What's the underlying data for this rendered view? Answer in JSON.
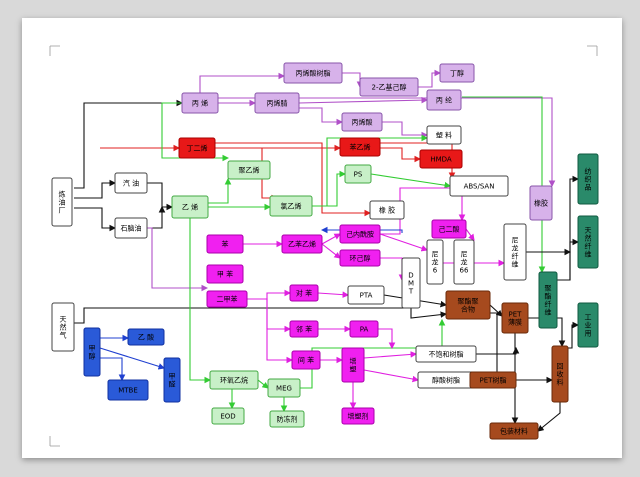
{
  "colors": {
    "black": "#111111",
    "red": "#e02020",
    "green": "#33cc33",
    "purple": "#b050c8",
    "blue": "#2040d0",
    "magenta": "#e020e0"
  },
  "nodes": [
    {
      "id": "yuanyou",
      "label": "炼\n油\n厂",
      "fill": "#ffffff",
      "stroke": "#444444",
      "text": "#000000"
    },
    {
      "id": "tianranqi",
      "label": "天\n然\n气",
      "fill": "#ffffff",
      "stroke": "#444444",
      "text": "#000000"
    },
    {
      "id": "qiyou",
      "label": "汽 油",
      "fill": "#ffffff",
      "stroke": "#444444",
      "text": "#000000"
    },
    {
      "id": "shinaoyou",
      "label": "石脑油",
      "fill": "#ffffff",
      "stroke": "#444444",
      "text": "#000000"
    },
    {
      "id": "yixi",
      "label": "乙 烯",
      "fill": "#c8f0c8",
      "stroke": "#44aa44",
      "text": "#000000"
    },
    {
      "id": "bingxi",
      "label": "丙 烯",
      "fill": "#d7b2ea",
      "stroke": "#8855aa",
      "text": "#000000"
    },
    {
      "id": "bingxijing",
      "label": "丙烯腈",
      "fill": "#d7b2ea",
      "stroke": "#8855aa",
      "text": "#000000"
    },
    {
      "id": "liqing",
      "label": "丙烯酸树脂",
      "fill": "#d7b2ea",
      "stroke": "#8855aa",
      "text": "#000000"
    },
    {
      "id": "sanjia",
      "label": "2-乙基己醇",
      "fill": "#d7b2ea",
      "stroke": "#8855aa",
      "text": "#000000"
    },
    {
      "id": "dingchun",
      "label": "丁醇",
      "fill": "#d7b2ea",
      "stroke": "#8855aa",
      "text": "#000000"
    },
    {
      "id": "bingtong",
      "label": "丙 纶",
      "fill": "#d7b2ea",
      "stroke": "#8855aa",
      "text": "#000000"
    },
    {
      "id": "bingxisuan",
      "label": "丙烯酸",
      "fill": "#d7b2ea",
      "stroke": "#8855aa",
      "text": "#000000"
    },
    {
      "id": "suliao",
      "label": "塑 料",
      "fill": "#ffffff",
      "stroke": "#444444",
      "text": "#000000"
    },
    {
      "id": "dingerxi",
      "label": "丁二烯",
      "fill": "#e81818",
      "stroke": "#aa0000",
      "text": "#000000"
    },
    {
      "id": "benyixi",
      "label": "苯乙烯",
      "fill": "#e81818",
      "stroke": "#aa0000",
      "text": "#000000"
    },
    {
      "id": "hmda",
      "label": "HMDA",
      "fill": "#e81818",
      "stroke": "#aa0000",
      "text": "#000000"
    },
    {
      "id": "julvyixi",
      "label": "聚乙烯",
      "fill": "#c8f0c8",
      "stroke": "#44aa44",
      "text": "#000000"
    },
    {
      "id": "ps",
      "label": "PS",
      "fill": "#c8f0c8",
      "stroke": "#44aa44",
      "text": "#000000"
    },
    {
      "id": "abs",
      "label": "ABS/SAN",
      "fill": "#ffffff",
      "stroke": "#444444",
      "text": "#000000"
    },
    {
      "id": "xiangjiao",
      "label": "橡胶",
      "fill": "#d7b2ea",
      "stroke": "#8855aa",
      "text": "#000000"
    },
    {
      "id": "lvyixi",
      "label": "氯乙烯",
      "fill": "#c8f0c8",
      "stroke": "#44aa44",
      "text": "#000000"
    },
    {
      "id": "xiangjiao2",
      "label": "橡 胶",
      "fill": "#ffffff",
      "stroke": "#444444",
      "text": "#000000"
    },
    {
      "id": "ben",
      "label": "苯",
      "fill": "#f020f0",
      "stroke": "#aa00aa",
      "text": "#000000"
    },
    {
      "id": "jiaben",
      "label": "甲 苯",
      "fill": "#f020f0",
      "stroke": "#aa00aa",
      "text": "#000000"
    },
    {
      "id": "erjiaben",
      "label": "二甲苯",
      "fill": "#f020f0",
      "stroke": "#aa00aa",
      "text": "#000000"
    },
    {
      "id": "yibenxi",
      "label": "乙苯乙烯",
      "fill": "#f020f0",
      "stroke": "#aa00aa",
      "text": "#000000"
    },
    {
      "id": "jizhi",
      "label": "己内酰胺",
      "fill": "#f020f0",
      "stroke": "#aa00aa",
      "text": "#000000"
    },
    {
      "id": "jierji",
      "label": "环己醇",
      "fill": "#f020f0",
      "stroke": "#aa00aa",
      "text": "#000000"
    },
    {
      "id": "jiersuan",
      "label": "己二酸",
      "fill": "#f020f0",
      "stroke": "#aa00aa",
      "text": "#000000"
    },
    {
      "id": "dmt",
      "label": "D\nM\nT",
      "fill": "#ffffff",
      "stroke": "#444444",
      "text": "#000000"
    },
    {
      "id": "nilong6",
      "label": "尼\n龙\n6",
      "fill": "#ffffff",
      "stroke": "#444444",
      "text": "#000000"
    },
    {
      "id": "nilong66",
      "label": "尼\n龙\n66",
      "fill": "#ffffff",
      "stroke": "#444444",
      "text": "#000000"
    },
    {
      "id": "nilongxianwei",
      "label": "尼\n龙\n纤\n维",
      "fill": "#ffffff",
      "stroke": "#444444",
      "text": "#000000"
    },
    {
      "id": "duijia",
      "label": "对 苯",
      "fill": "#f020f0",
      "stroke": "#aa00aa",
      "text": "#000000"
    },
    {
      "id": "pta",
      "label": "PTA",
      "fill": "#ffffff",
      "stroke": "#444444",
      "text": "#000000"
    },
    {
      "id": "jiaji",
      "label": "邻 苯",
      "fill": "#f020f0",
      "stroke": "#aa00aa",
      "text": "#000000"
    },
    {
      "id": "pa",
      "label": "PA",
      "fill": "#f020f0",
      "stroke": "#aa00aa",
      "text": "#000000"
    },
    {
      "id": "jianjiaben",
      "label": "间 苯",
      "fill": "#f020f0",
      "stroke": "#aa00aa",
      "text": "#000000"
    },
    {
      "id": "xiyou",
      "label": "增\n塑",
      "fill": "#f020f0",
      "stroke": "#aa00aa",
      "text": "#000000"
    },
    {
      "id": "bubaohe",
      "label": "不饱和树脂",
      "fill": "#ffffff",
      "stroke": "#444444",
      "text": "#000000"
    },
    {
      "id": "chunsuan",
      "label": "醇酸树脂",
      "fill": "#ffffff",
      "stroke": "#444444",
      "text": "#000000"
    },
    {
      "id": "huanyang",
      "label": "增塑剂",
      "fill": "#f020f0",
      "stroke": "#aa00aa",
      "text": "#000000"
    },
    {
      "id": "jiachun",
      "label": "甲\n醇",
      "fill": "#2a5ad8",
      "stroke": "#1030a0",
      "text": "#000000"
    },
    {
      "id": "yisuan",
      "label": "乙 酸",
      "fill": "#2a5ad8",
      "stroke": "#1030a0",
      "text": "#000000"
    },
    {
      "id": "mtbe",
      "label": "MTBE",
      "fill": "#2a5ad8",
      "stroke": "#1030a0",
      "text": "#000000"
    },
    {
      "id": "jiaquan",
      "label": "甲\n醛",
      "fill": "#2a5ad8",
      "stroke": "#1030a0",
      "text": "#000000"
    },
    {
      "id": "huanyangyiwan",
      "label": "环氧乙烷",
      "fill": "#c8f0c8",
      "stroke": "#44aa44",
      "text": "#000000"
    },
    {
      "id": "meg",
      "label": "MEG",
      "fill": "#c8f0c8",
      "stroke": "#44aa44",
      "text": "#000000"
    },
    {
      "id": "eod",
      "label": "EOD",
      "fill": "#c8f0c8",
      "stroke": "#44aa44",
      "text": "#000000"
    },
    {
      "id": "fangdongji",
      "label": "防冻剂",
      "fill": "#c8f0c8",
      "stroke": "#44aa44",
      "text": "#000000"
    },
    {
      "id": "juzhi",
      "label": "聚酯聚\n合物",
      "fill": "#a64a1e",
      "stroke": "#6a2a0a",
      "text": "#ffffff"
    },
    {
      "id": "petbomo",
      "label": "PET\n薄膜",
      "fill": "#a64a1e",
      "stroke": "#6a2a0a",
      "text": "#ffffff"
    },
    {
      "id": "petshuzhi",
      "label": "PET树脂",
      "fill": "#a64a1e",
      "stroke": "#6a2a0a",
      "text": "#ffffff"
    },
    {
      "id": "huishou",
      "label": "回\n收\n料",
      "fill": "#a64a1e",
      "stroke": "#6a2a0a",
      "text": "#ffffff"
    },
    {
      "id": "baozhuang",
      "label": "包装材料",
      "fill": "#a64a1e",
      "stroke": "#6a2a0a",
      "text": "#ffffff"
    },
    {
      "id": "juzhixianwei",
      "label": "聚\n酯\n纤\n维",
      "fill": "#2a8a6a",
      "stroke": "#105a40",
      "text": "#000000"
    },
    {
      "id": "fangzhipin",
      "label": "纺\n织\n品",
      "fill": "#2a8a6a",
      "stroke": "#105a40",
      "text": "#000000"
    },
    {
      "id": "tianranxianwei",
      "label": "天\n然\n纤\n维",
      "fill": "#2a8a6a",
      "stroke": "#105a40",
      "text": "#000000"
    },
    {
      "id": "gongyeyong",
      "label": "工\n业\n用",
      "fill": "#2a8a6a",
      "stroke": "#105a40",
      "text": "#000000"
    }
  ]
}
